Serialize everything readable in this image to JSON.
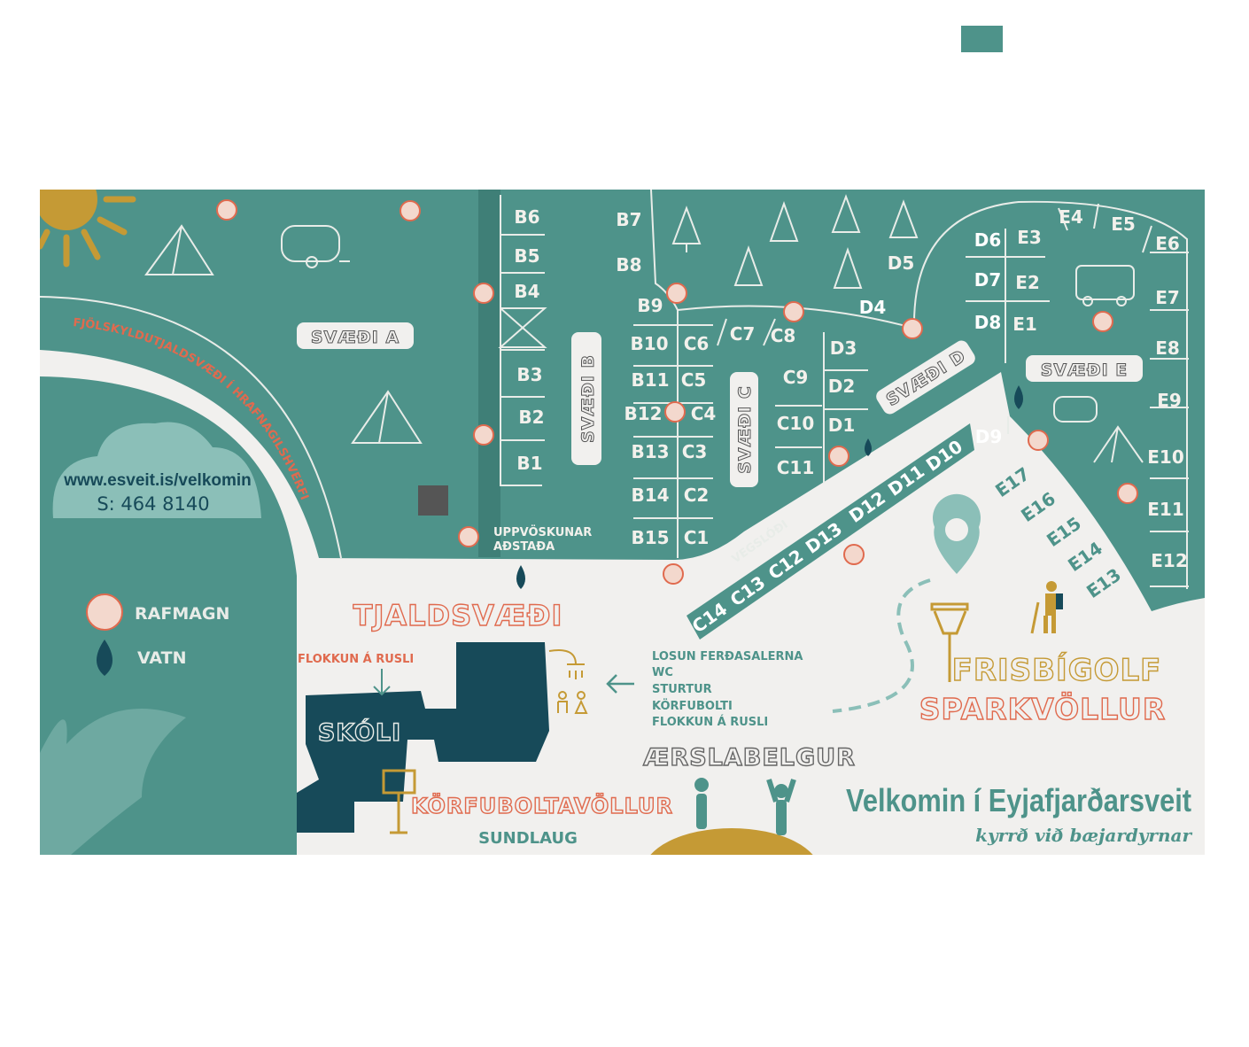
{
  "colors": {
    "teal": "#4e938a",
    "dark_teal": "#174a59",
    "light_teal": "#8bbfb8",
    "orange": "#e06a4e",
    "gold": "#c59a35",
    "ground": "#f1f0ee"
  },
  "map": {
    "zones": {
      "a": "SVÆÐI A",
      "b": "SVÆÐI B",
      "c": "SVÆÐI C",
      "d": "SVÆÐI D",
      "e": "SVÆÐI E"
    },
    "family_area": "FJÖLSKYLDUTJALDSVÆÐI Í HRAFNAGILSHVERFI",
    "website": "www.esveit.is/velkomin",
    "phone": "S: 464 8140",
    "legend": {
      "power": "RAFMAGN",
      "water": "VATN"
    },
    "dishwashing": [
      "UPPVÖSKUNAR",
      "AÐSTAÐA"
    ],
    "campsite": "TJALDSVÆÐI",
    "recycling": "FLOKKUN Á RUSLI",
    "school": "SKÓLI",
    "services": [
      "LOSUN FERÐASALERNA",
      "WC",
      "STURTUR",
      "KÖRFUBOLTI",
      "FLOKKUN Á RUSLI"
    ],
    "basketball_court": "KÖRFUBOLTAVÖLLUR",
    "pool": "SUNDLAUG",
    "bouncy_pillow": "ÆRSLABELGUR",
    "frisbee_golf": "FRISBÍGOLF",
    "football_field": "SPARKVÖLLUR",
    "road": "VEGSLÓÐI",
    "welcome": "Velkomin í Eyjafjarðarsveit",
    "tagline": "kyrrð við bæjardyrnar",
    "plots": [
      "B6",
      "B5",
      "B4",
      "B3",
      "B2",
      "B1",
      "B7",
      "B8",
      "B9",
      "B10",
      "B11",
      "B12",
      "B13",
      "B14",
      "B15",
      "C6",
      "C5",
      "C4",
      "C3",
      "C2",
      "C1",
      "C7",
      "C8",
      "C9",
      "C10",
      "C11",
      "D3",
      "D2",
      "D1",
      "D4",
      "D5",
      "D6",
      "D7",
      "D8",
      "E3",
      "E2",
      "E1",
      "E4",
      "E5",
      "E6",
      "E7",
      "E8",
      "E9",
      "E10",
      "E11",
      "E12",
      "D9",
      "E17",
      "E16",
      "E15",
      "E14",
      "E13",
      "C14",
      "C13",
      "C12",
      "D13",
      "D12",
      "D11",
      "D10"
    ]
  }
}
